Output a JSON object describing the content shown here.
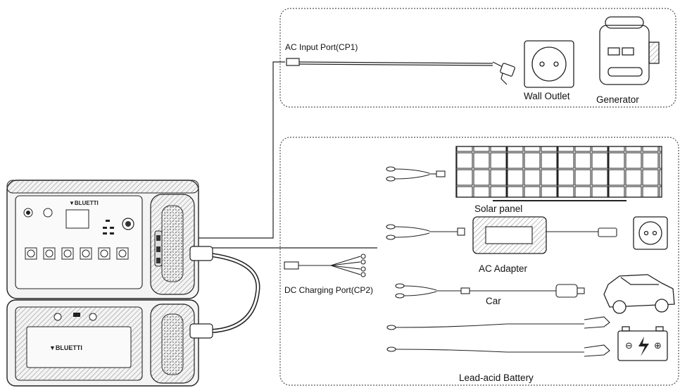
{
  "brand": "BLUETTI",
  "groups": [
    {
      "id": "ac",
      "port_label": "AC Input Port(CP1)",
      "sources": [
        "Wall Outlet",
        "Generator"
      ]
    },
    {
      "id": "dc",
      "port_label": "DC Charging Port(CP2)",
      "sources": [
        "Solar panel",
        "AC Adapter",
        "Car",
        "Lead-acid Battery"
      ]
    }
  ],
  "colors": {
    "line": "#1a1a1a",
    "device_body": "#f2f2f2",
    "device_dark": "#3a3a3a",
    "hatch": "#9a9a9a",
    "box_border": "#555555"
  },
  "icons": [
    "power-station-icon",
    "expansion-battery-icon",
    "ac-cable-icon",
    "wall-outlet-icon",
    "generator-icon",
    "solar-cable-icon",
    "solar-panel-icon",
    "ac-adapter-icon",
    "car-cable-icon",
    "car-icon",
    "battery-clamp-cable-icon",
    "lead-acid-battery-icon",
    "dc-splitter-cable-icon"
  ]
}
